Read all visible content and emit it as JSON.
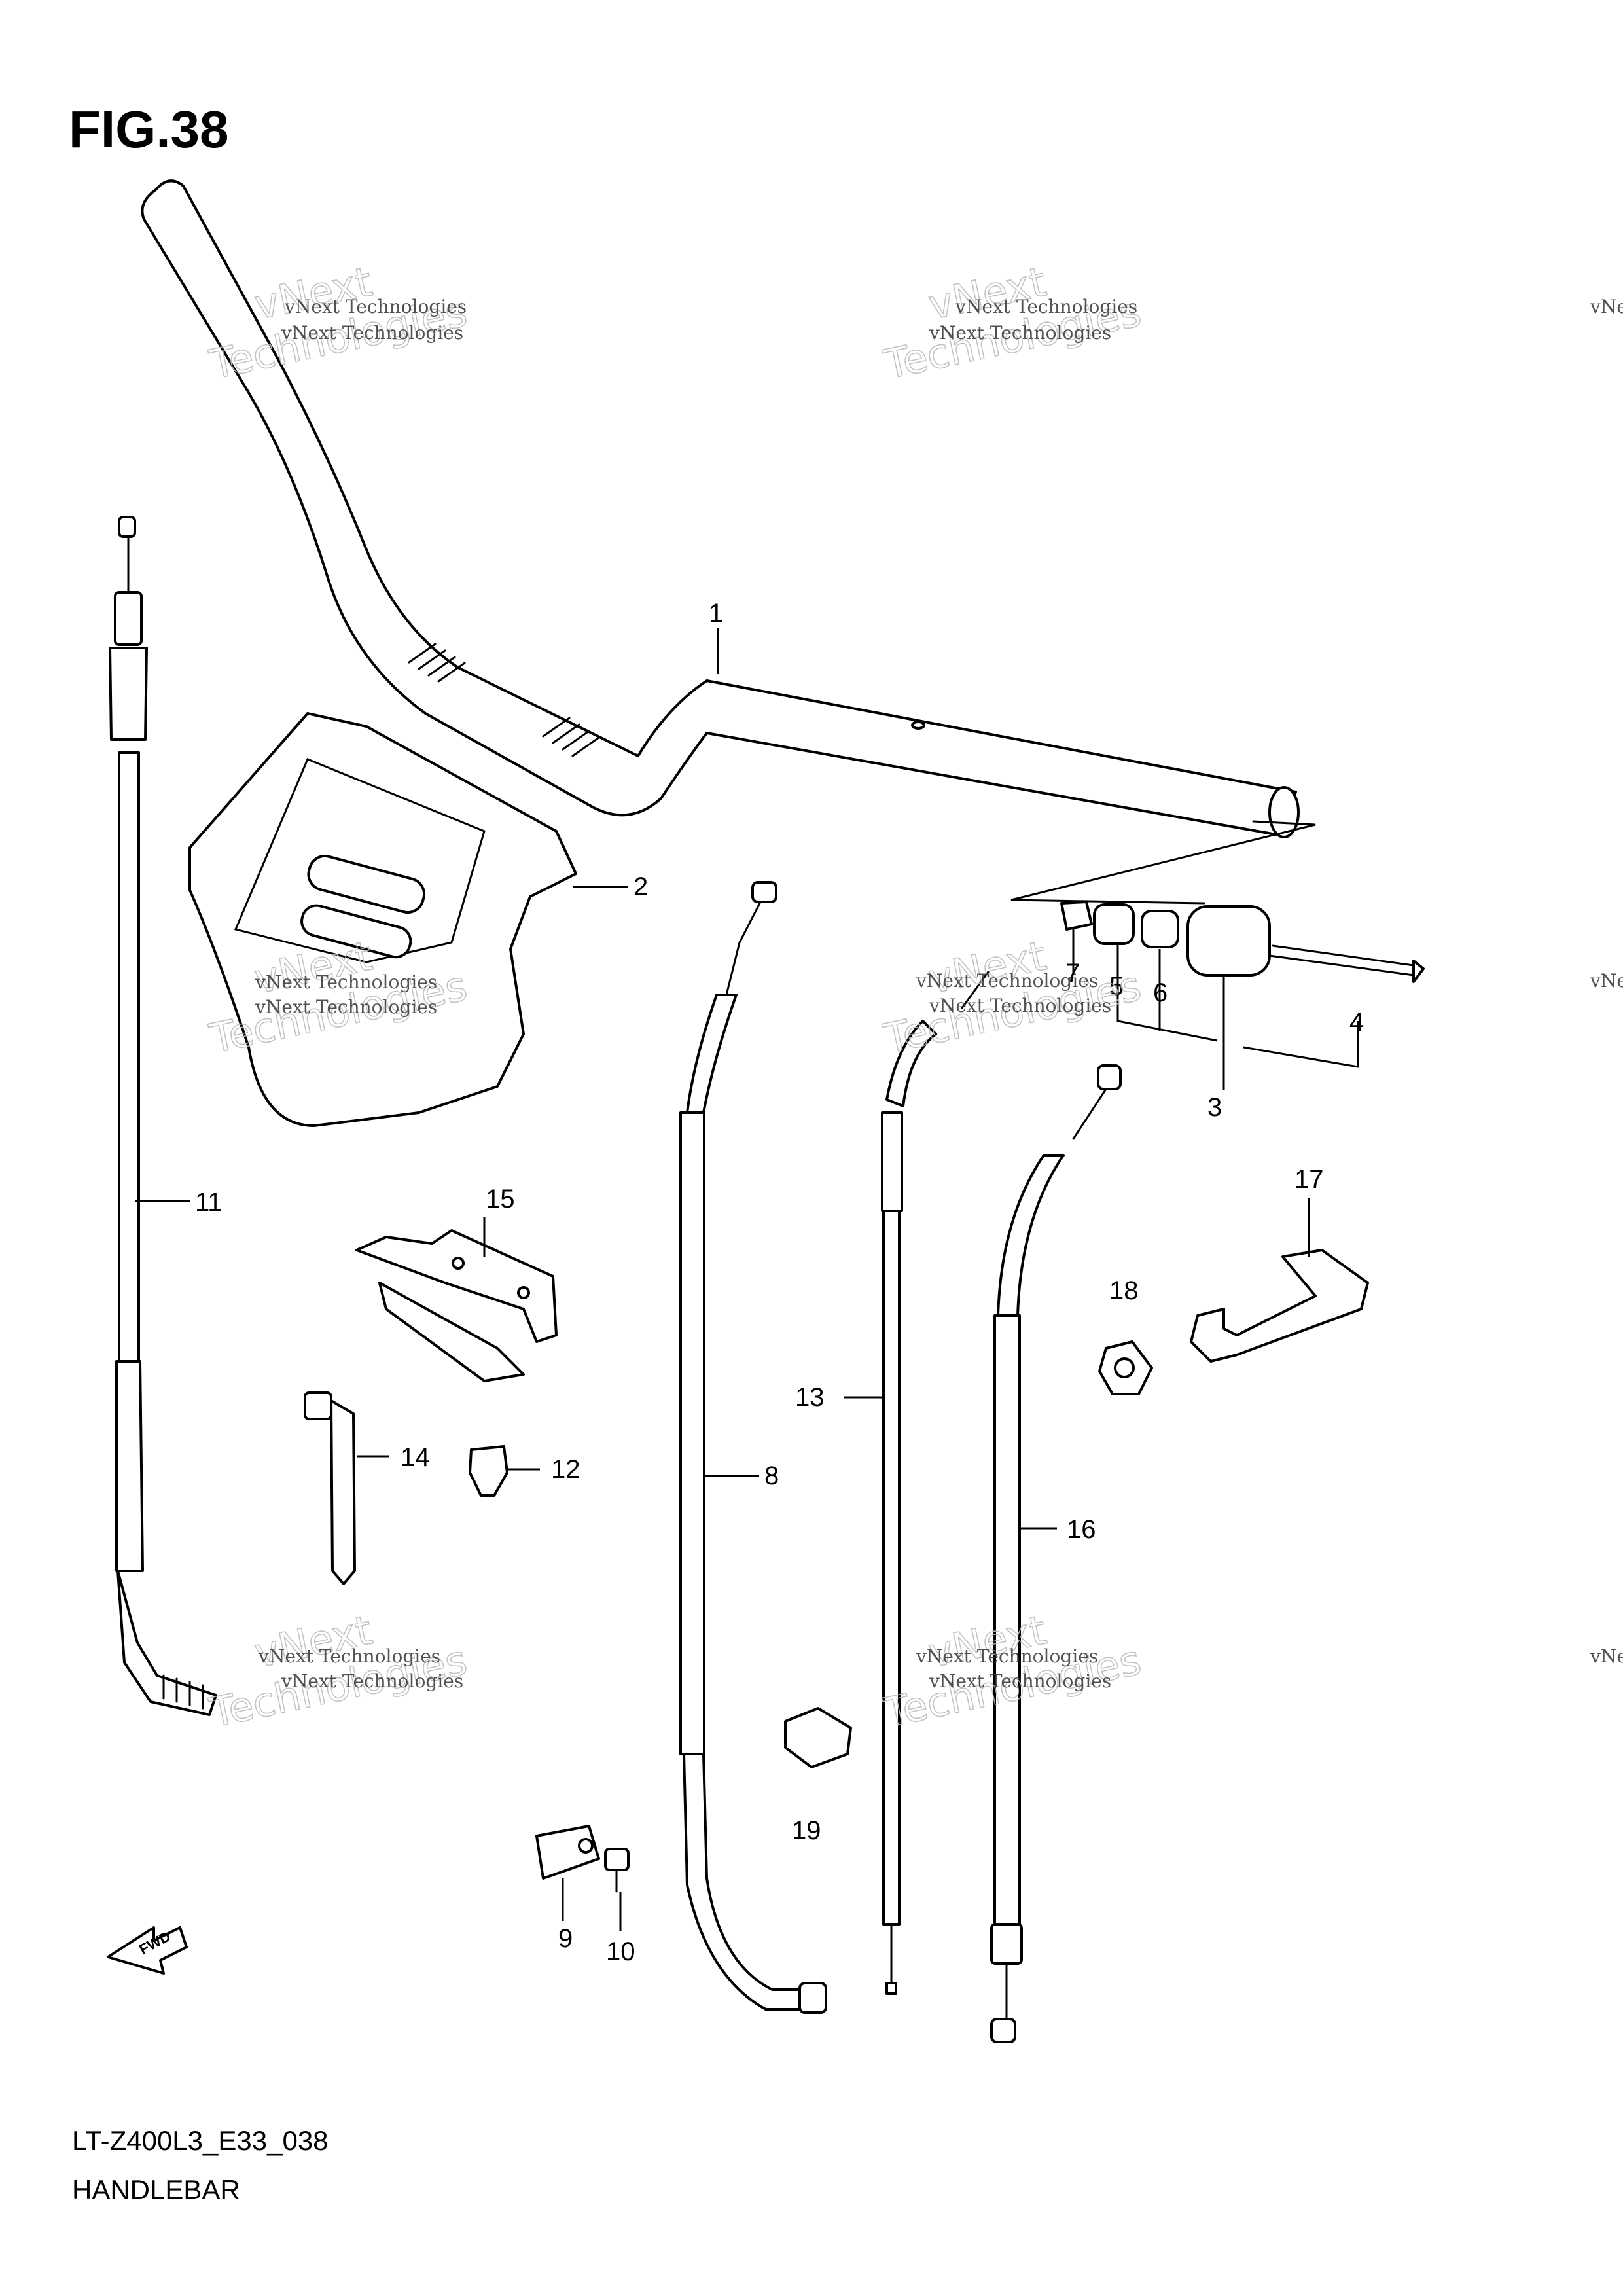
{
  "figure": {
    "title": "FIG.38",
    "model_code": "LT-Z400L3_E33_038",
    "section_name": "HANDLEBAR",
    "fwd_label": "FWD"
  },
  "callouts": {
    "p1": "1",
    "p2": "2",
    "p3": "3",
    "p4": "4",
    "p5": "5",
    "p6": "6",
    "p7": "7",
    "p8": "8",
    "p9": "9",
    "p10": "10",
    "p11": "11",
    "p12": "12",
    "p13": "13",
    "p14": "14",
    "p15": "15",
    "p16": "16",
    "p17": "17",
    "p18": "18",
    "p19": "19"
  },
  "watermark": {
    "small": "vNext Technologies",
    "big_1": "vNext",
    "big_2": "Technologies"
  }
}
